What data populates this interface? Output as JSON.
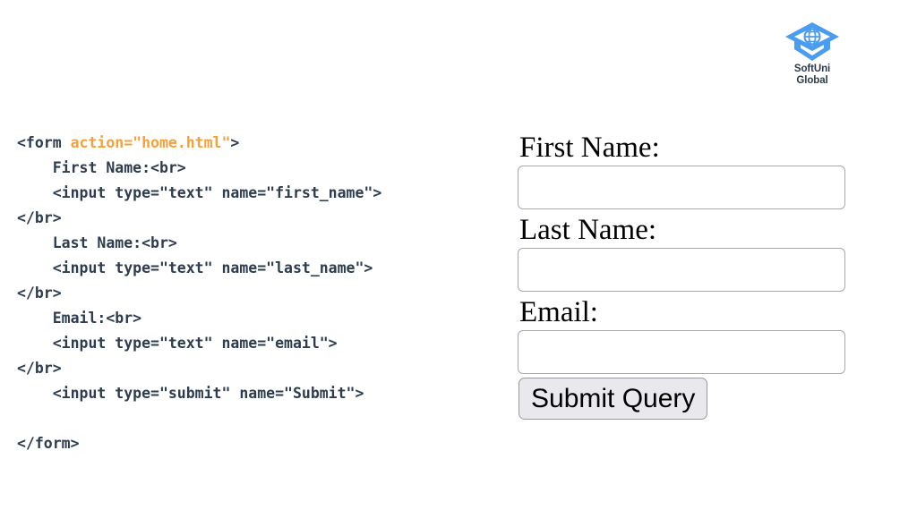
{
  "logo": {
    "icon_name": "graduation-cap-globe-icon",
    "color": "#4a9cf0",
    "text_color": "#2c3a4d",
    "line1": "SoftUni",
    "line2": "Global"
  },
  "code": {
    "language": "html",
    "text_color": "#2e3c4f",
    "attribute_color": "#f5a03c",
    "lines": [
      {
        "segments": [
          {
            "text": "<form ",
            "type": "tag"
          },
          {
            "text": "action=\"home.html\"",
            "type": "attr"
          },
          {
            "text": ">",
            "type": "tag"
          }
        ]
      },
      {
        "segments": [
          {
            "text": "    First Name:<br>",
            "type": "tag"
          }
        ]
      },
      {
        "segments": [
          {
            "text": "    <input type=\"text\" name=\"first_name\">",
            "type": "tag"
          }
        ]
      },
      {
        "segments": [
          {
            "text": "</br>",
            "type": "tag"
          }
        ]
      },
      {
        "segments": [
          {
            "text": "    Last Name:<br>",
            "type": "tag"
          }
        ]
      },
      {
        "segments": [
          {
            "text": "    <input type=\"text\" name=\"last_name\">",
            "type": "tag"
          }
        ]
      },
      {
        "segments": [
          {
            "text": "</br>",
            "type": "tag"
          }
        ]
      },
      {
        "segments": [
          {
            "text": "    Email:<br>",
            "type": "tag"
          }
        ]
      },
      {
        "segments": [
          {
            "text": "    <input type=\"text\" name=\"email\">",
            "type": "tag"
          }
        ]
      },
      {
        "segments": [
          {
            "text": "</br>",
            "type": "tag"
          }
        ]
      },
      {
        "segments": [
          {
            "text": "    <input type=\"submit\" name=\"Submit\">",
            "type": "tag"
          }
        ]
      },
      {
        "segments": [
          {
            "text": "",
            "type": "tag"
          }
        ]
      },
      {
        "segments": [
          {
            "text": "</form>",
            "type": "tag"
          }
        ]
      }
    ]
  },
  "form_preview": {
    "fields": [
      {
        "label": "First Name:",
        "name": "first_name",
        "value": "",
        "placeholder": ""
      },
      {
        "label": "Last Name:",
        "name": "last_name",
        "value": "",
        "placeholder": ""
      },
      {
        "label": "Email:",
        "name": "email",
        "value": "",
        "placeholder": ""
      }
    ],
    "submit_label": "Submit Query"
  }
}
